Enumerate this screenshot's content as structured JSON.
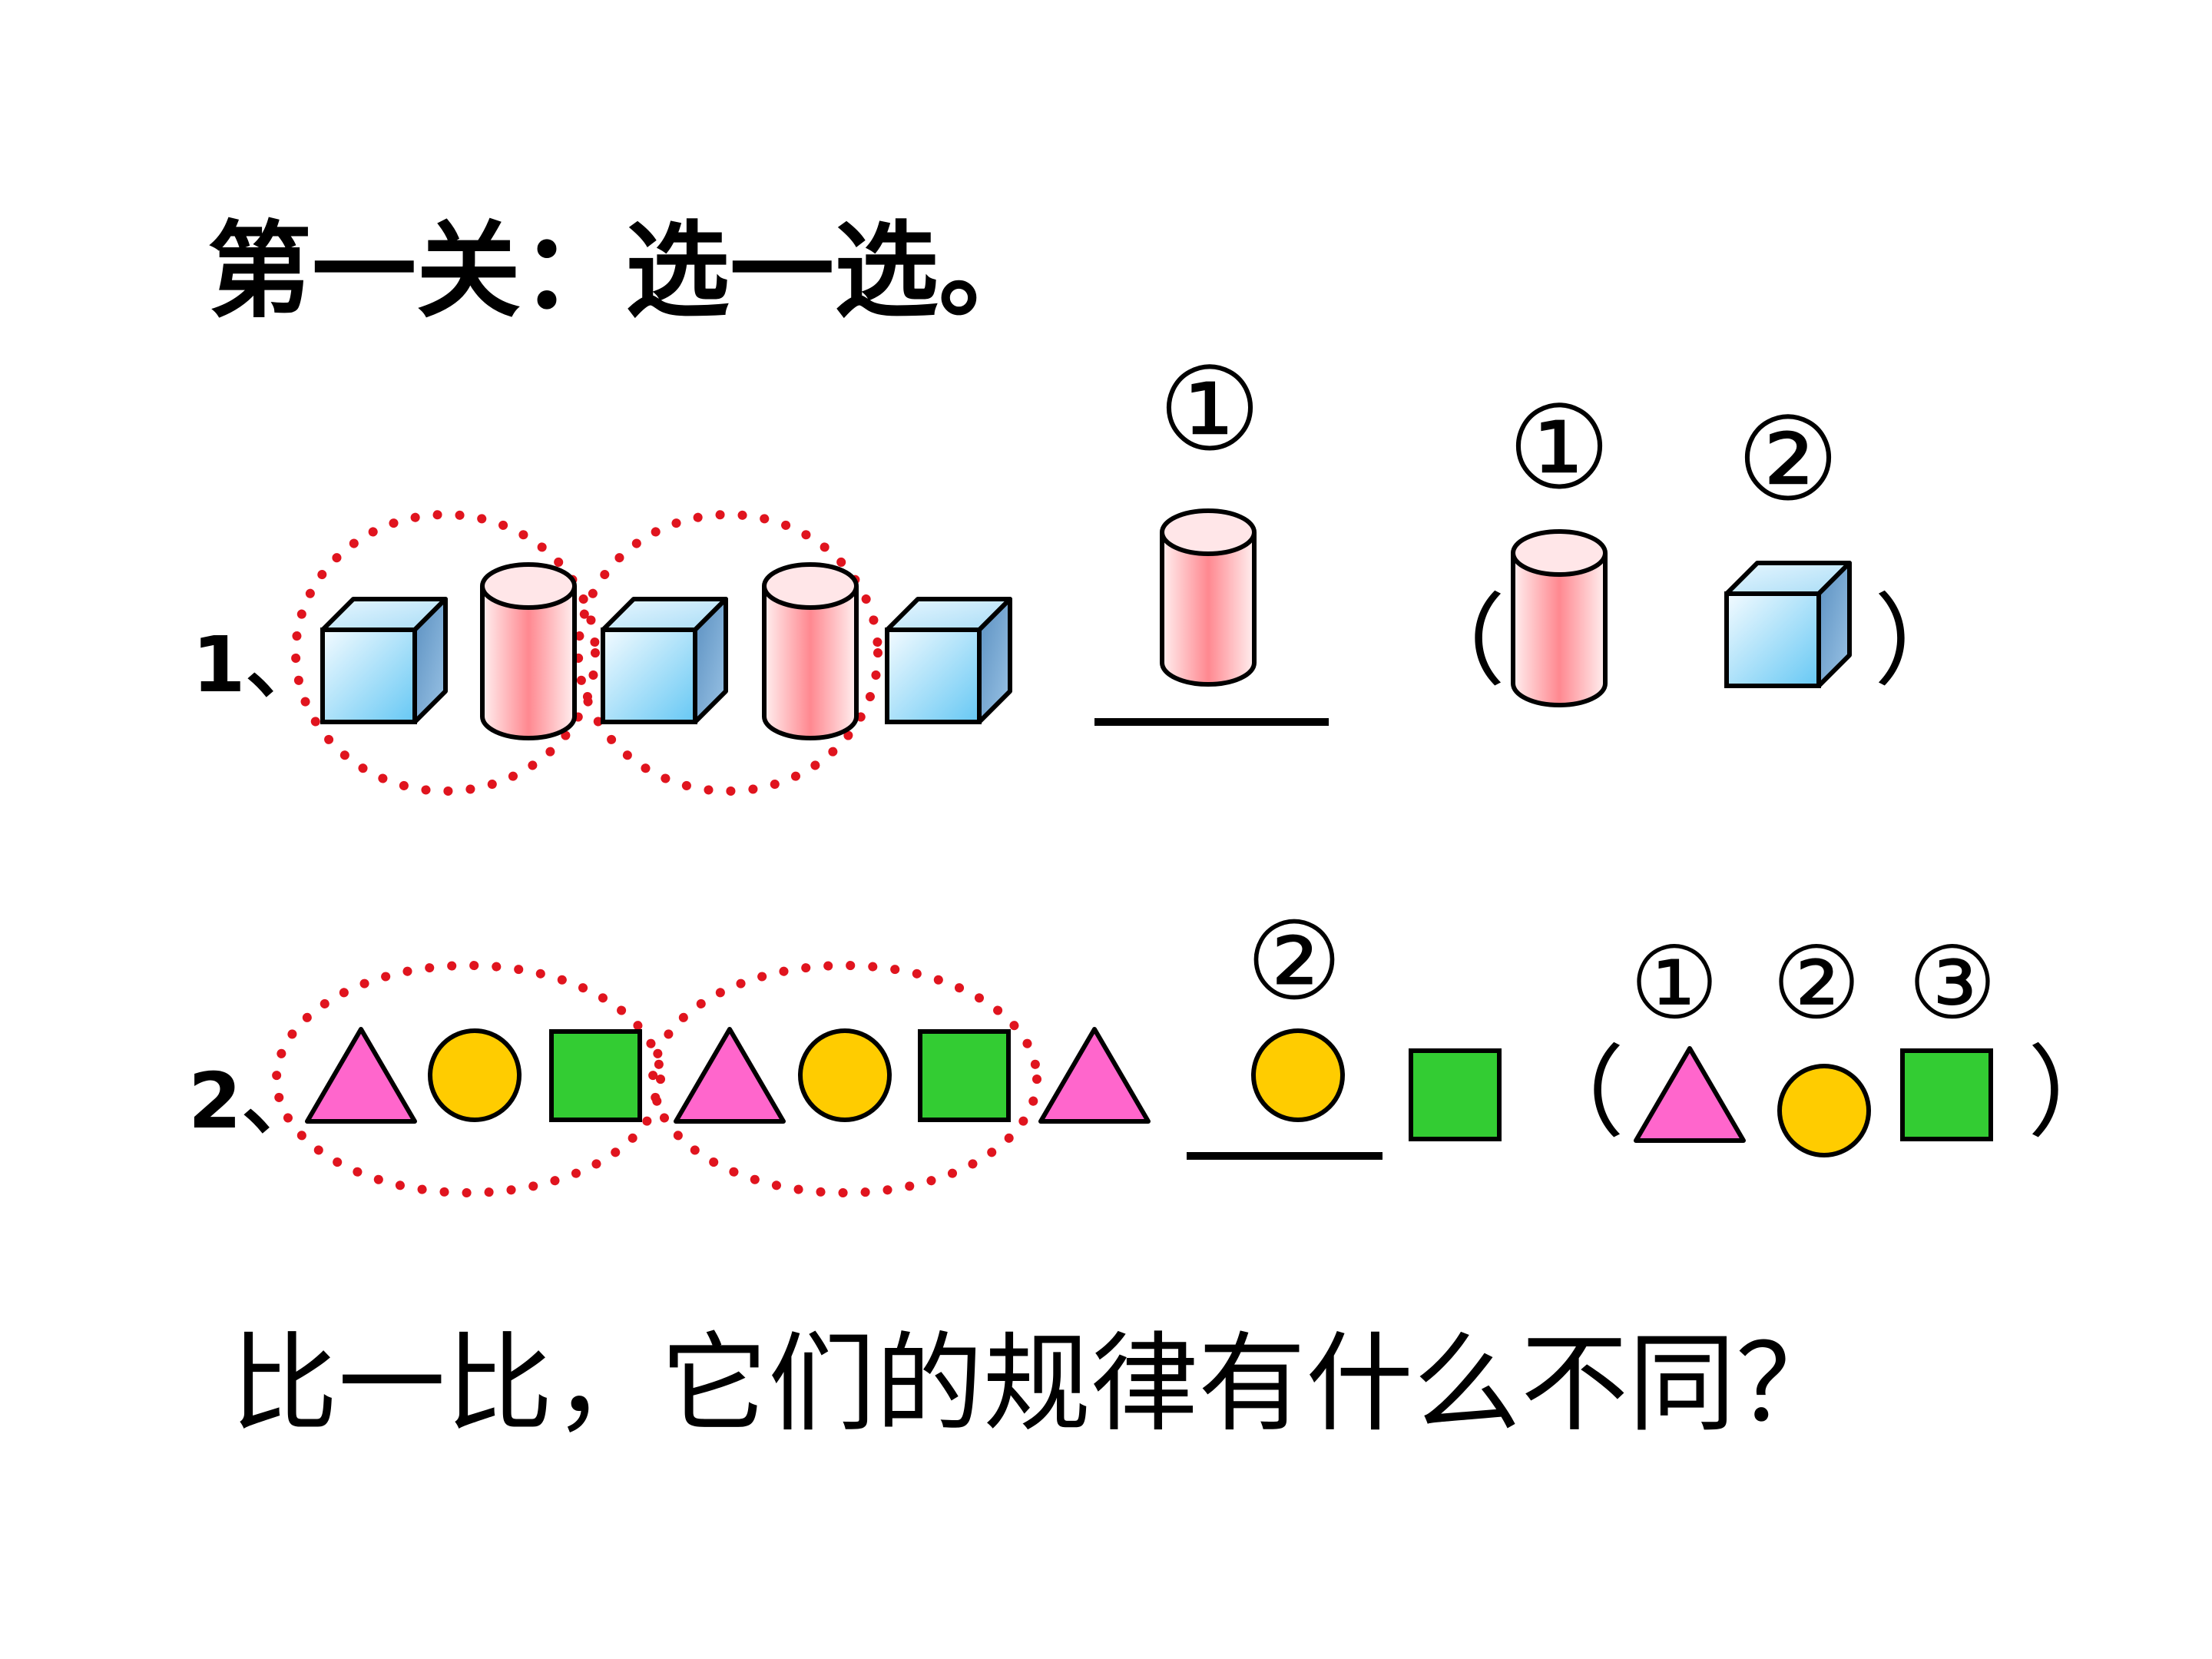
{
  "title": "第一关：选一选。",
  "question1": {
    "number": "1、",
    "answer_mark": "①",
    "options": [
      {
        "mark": "①",
        "shape": "cylinder"
      },
      {
        "mark": "②",
        "shape": "cube"
      }
    ],
    "paren_open": "（",
    "paren_close": "）",
    "sequence": [
      "cube",
      "cylinder",
      "cube",
      "cylinder",
      "cube"
    ]
  },
  "question2": {
    "number": "2、",
    "answer_mark": "②",
    "options": [
      {
        "mark": "①",
        "shape": "triangle"
      },
      {
        "mark": "②",
        "shape": "circle"
      },
      {
        "mark": "③",
        "shape": "square"
      }
    ],
    "paren_open": "（",
    "paren_close": "）",
    "sequence": [
      "triangle",
      "circle",
      "square",
      "triangle",
      "circle",
      "square",
      "triangle"
    ]
  },
  "footer": "比一比，它们的规律有什么不同？",
  "colors": {
    "dots": "#e0141e",
    "triangle": "#ff66cc",
    "circle": "#ffcc00",
    "square": "#33cc33",
    "cube": "#bfe6ff",
    "cylinder": "#ff9aa0"
  }
}
